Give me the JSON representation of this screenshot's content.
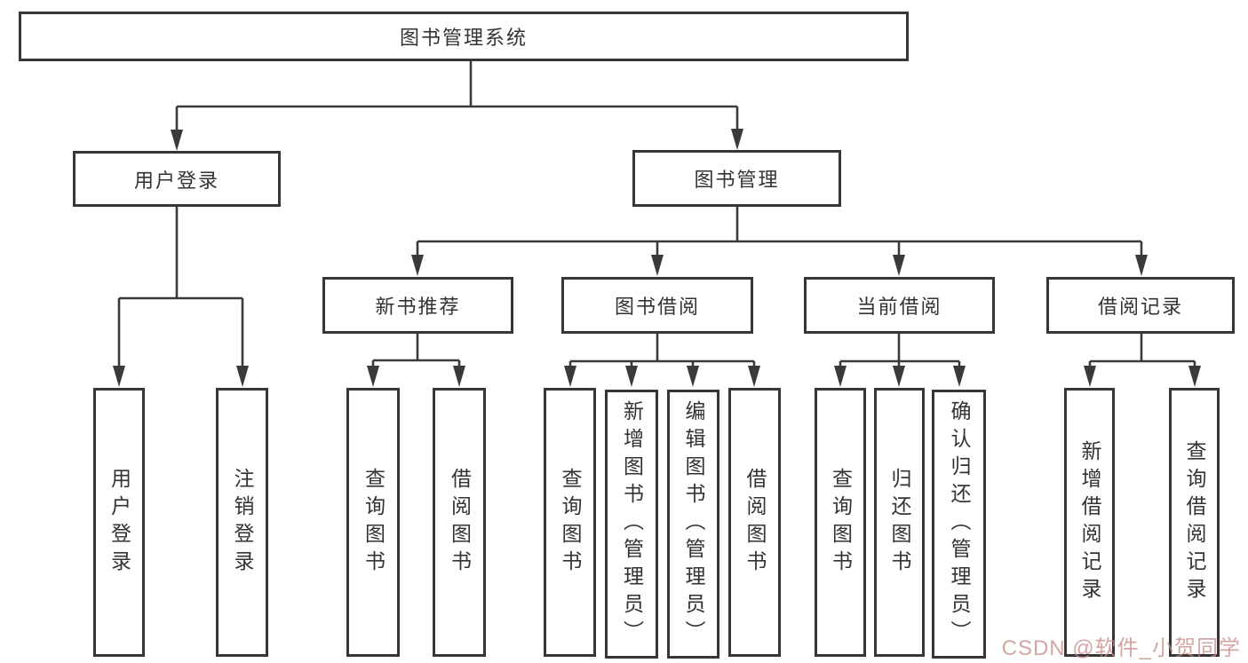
{
  "diagram": {
    "title": "图书管理系统",
    "nodes": {
      "root": "图书管理系统",
      "user_login": "用户登录",
      "book_management": "图书管理",
      "new_book_recommend": "新书推荐",
      "book_borrow": "图书借阅",
      "current_borrow": "当前借阅",
      "borrow_records": "借阅记录",
      "leaf_user_login": "用户登录",
      "leaf_logout": "注销登录",
      "leaf_query_book_a": "查询图书",
      "leaf_borrow_book_a": "借阅图书",
      "leaf_query_book_b": "查询图书",
      "leaf_add_book_admin": "新增图书（管理员）",
      "leaf_edit_book_admin": "编辑图书（管理员）",
      "leaf_borrow_book_b": "借阅图书",
      "leaf_query_book_c": "查询图书",
      "leaf_return_book": "归还图书",
      "leaf_confirm_return_admin": "确认归还（管理员）",
      "leaf_add_borrow_record": "新增借阅记录",
      "leaf_query_borrow_record": "查询借阅记录"
    },
    "colors": {
      "line": "#3a3a3a",
      "border": "#363636",
      "text": "#333333",
      "background": "#ffffff",
      "watermark": "#c58881"
    }
  },
  "watermark": {
    "text": "CSDN @软件_小贺同学"
  }
}
